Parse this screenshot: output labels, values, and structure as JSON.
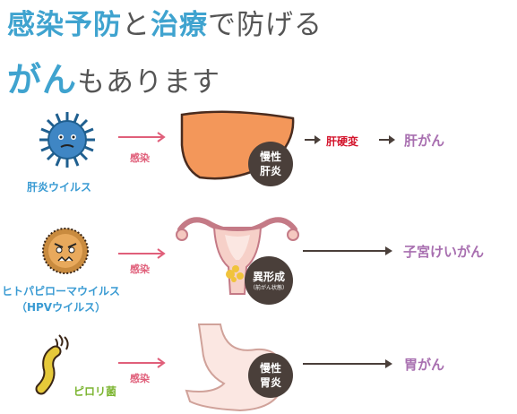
{
  "title": {
    "line1_a": "感染予防",
    "line1_b": "と",
    "line1_c": "治療",
    "line1_d": "で防げる",
    "line2_a": "がん",
    "line2_b": "もあります"
  },
  "rows": [
    {
      "pathogen": "肝炎ウイルス",
      "pathogen_color": "#3a9bd3",
      "infection": "感染",
      "badge_line1": "慢性",
      "badge_line2": "肝炎",
      "intermediate": "肝硬変",
      "cancer": "肝がん"
    },
    {
      "pathogen": "ヒトパピローマウイルス",
      "pathogen_sub": "（HPVウイルス）",
      "pathogen_color": "#3a9bd3",
      "infection": "感染",
      "badge_line1": "異形成",
      "badge_sub": "（前がん状態）",
      "cancer": "子宮けいがん"
    },
    {
      "pathogen": "ピロリ菌",
      "pathogen_color": "#7cb531",
      "infection": "感染",
      "badge_line1": "慢性",
      "badge_line2": "胃炎",
      "cancer": "胃がん"
    }
  ],
  "colors": {
    "accent_blue": "#3fa3cf",
    "infection_pink": "#e05f7a",
    "outcome_purple": "#a86fb0",
    "badge_dark": "#4a3f3a",
    "cirrhosis_red": "#d4152d"
  }
}
